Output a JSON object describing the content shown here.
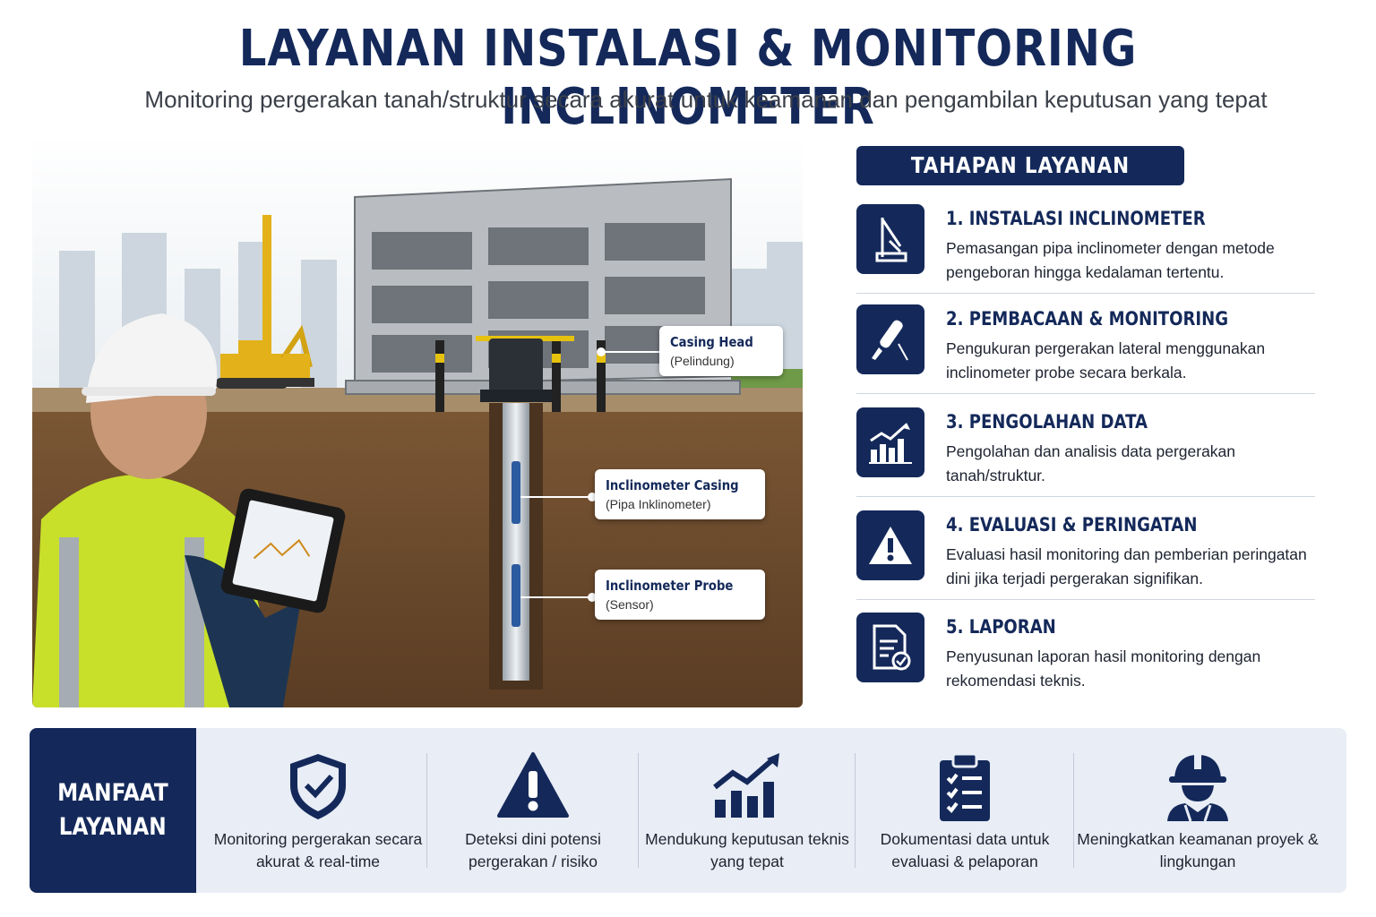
{
  "header": {
    "title": "LAYANAN INSTALASI & MONITORING INCLINOMETER",
    "subtitle": "Monitoring pergerakan tanah/struktur secara akurat untuk keamanan dan pengambilan keputusan yang tepat"
  },
  "scene": {
    "callouts": [
      {
        "title": "Casing Head",
        "sub": "(Pelindung)"
      },
      {
        "title": "Inclinometer Casing",
        "sub": "(Pipa Inklinometer)"
      },
      {
        "title": "Inclinometer Probe",
        "sub": "(Sensor)"
      }
    ],
    "icons": [
      "worker-icon",
      "tablet-icon",
      "building-icon",
      "excavator-icon",
      "crane-icon"
    ]
  },
  "steps": {
    "header": "TAHAPAN LAYANAN",
    "items": [
      {
        "title": "1. INSTALASI INCLINOMETER",
        "desc": "Pemasangan pipa inclinometer dengan metode pengeboran hingga kedalaman tertentu.",
        "icon": "drill-rig-icon"
      },
      {
        "title": "2. PEMBACAAN & MONITORING",
        "desc": "Pengukuran pergerakan lateral menggunakan inclinometer probe secara berkala.",
        "icon": "probe-icon"
      },
      {
        "title": "3. PENGOLAHAN DATA",
        "desc": "Pengolahan dan analisis data pergerakan tanah/struktur.",
        "icon": "growth-chart-icon"
      },
      {
        "title": "4. EVALUASI & PERINGATAN",
        "desc": "Evaluasi hasil monitoring dan pemberian peringatan dini jika terjadi pergerakan signifikan.",
        "icon": "warning-icon"
      },
      {
        "title": "5. LAPORAN",
        "desc": "Penyusunan laporan hasil monitoring dengan rekomendasi teknis.",
        "icon": "report-icon"
      }
    ]
  },
  "benefits": {
    "label_line1": "MANFAAT",
    "label_line2": "LAYANAN",
    "items": [
      {
        "text": "Monitoring pergerakan secara akurat & real-time",
        "icon": "shield-check-icon"
      },
      {
        "text": "Deteksi dini potensi pergerakan / risiko",
        "icon": "warning-icon"
      },
      {
        "text": "Mendukung keputusan teknis yang tepat",
        "icon": "growth-chart-icon"
      },
      {
        "text": "Dokumentasi data untuk evaluasi & pelaporan",
        "icon": "clipboard-icon"
      },
      {
        "text": "Meningkatkan keamanan proyek & lingkungan",
        "icon": "worker-helmet-icon"
      }
    ]
  },
  "colors": {
    "navy": "#14295a",
    "soil": "#6b4a2e",
    "vest": "#c8e02a"
  }
}
